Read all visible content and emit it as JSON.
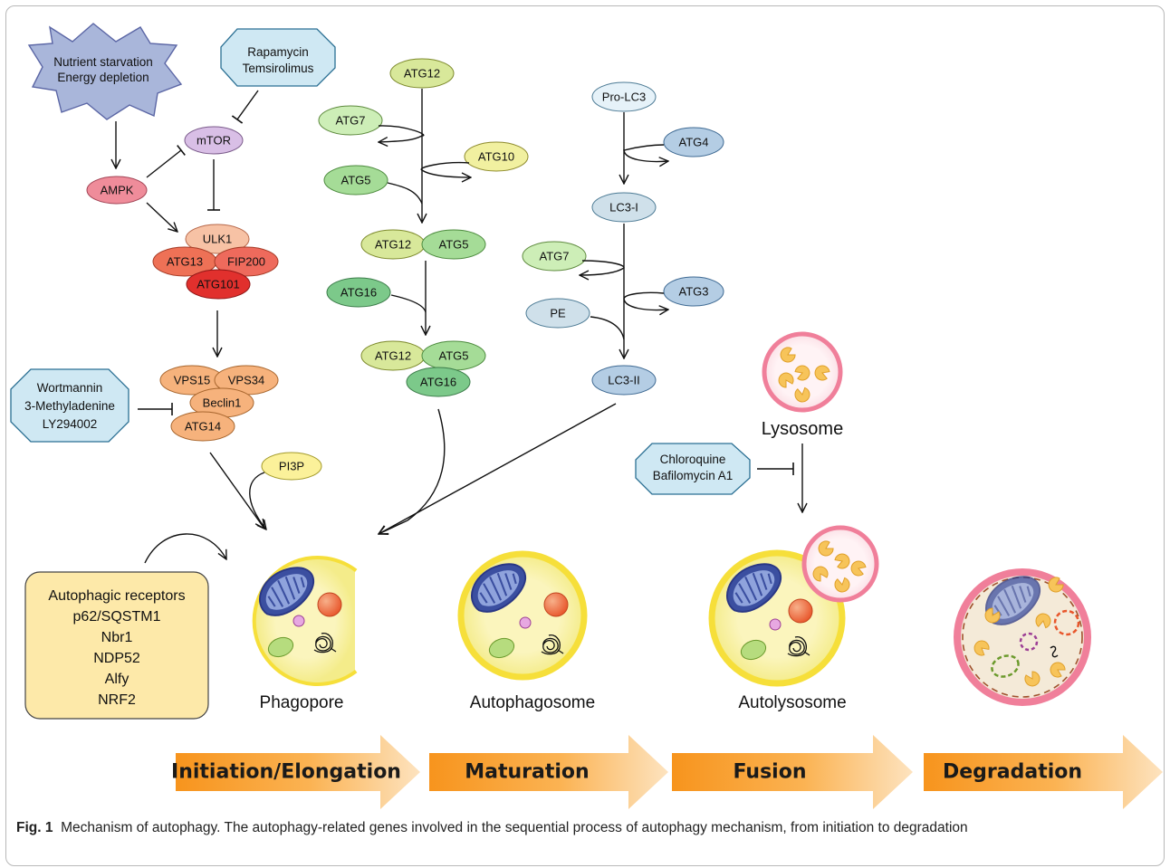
{
  "stimuli": {
    "starvation": [
      "Nutrient starvation",
      "Energy depletion"
    ],
    "mtor_inhibitors": [
      "Rapamycin",
      "Temsirolimus"
    ],
    "pi3k_inhibitors": [
      "Wortmannin",
      "3-Methyladenine",
      "LY294002"
    ],
    "lysosome_inhibitors": [
      "Chloroquine",
      "Bafilomycin A1"
    ]
  },
  "nodes": {
    "mtor": "mTOR",
    "ampk": "AMPK",
    "ulk1": "ULK1",
    "atg13": "ATG13",
    "fip200": "FIP200",
    "atg101": "ATG101",
    "vps15": "VPS15",
    "vps34": "VPS34",
    "beclin1": "Beclin1",
    "atg14": "ATG14",
    "pi3p": "PI3P",
    "atg12": "ATG12",
    "atg7": "ATG7",
    "atg10": "ATG10",
    "atg5": "ATG5",
    "atg16": "ATG16",
    "prolc3": "Pro-LC3",
    "atg4": "ATG4",
    "lc3i": "LC3-I",
    "atg3": "ATG3",
    "pe": "PE",
    "lc3ii": "LC3-II"
  },
  "lysosome_label": "Lysosome",
  "receptors": [
    "Autophagic receptors",
    "p62/SQSTM1",
    "Nbr1",
    "NDP52",
    "Alfy",
    "NRF2"
  ],
  "stages": [
    "Phagopore",
    "Autophagosome",
    "Autolysosome"
  ],
  "process_arrows": [
    "Initiation/Elongation",
    "Maturation",
    "Fusion",
    "Degradation"
  ],
  "caption": {
    "label": "Fig. 1",
    "text": "Mechanism of autophagy. The autophagy-related genes involved in the sequential process of autophagy mechanism, from initiation to degradation"
  },
  "colors": {
    "octagon_fill": "#cfe8f3",
    "star_fill": "#a9b6da",
    "mtor": "#d9bfe6",
    "ampk": "#ef8c9a",
    "ulk1": "#f7c2a5",
    "atg13": "#ee7156",
    "fip200": "#ee6a5c",
    "atg101": "#e1302d",
    "vps": "#f6b27c",
    "pi3p": "#fbf19a",
    "atg12": "#d8e89a",
    "atg7": "#cdeeb7",
    "atg10": "#f1f0a0",
    "atg5": "#a5dc97",
    "atg16": "#7cc98a",
    "prolc3": "#e6f2f9",
    "lc3": "#b4cde4",
    "lc3i": "#cfe0ea",
    "vesicle": "#f5ee9a",
    "vesicle_rim": "#f6df3a",
    "lysosome": "#f07f9a",
    "arrow": "#f9a63a"
  }
}
